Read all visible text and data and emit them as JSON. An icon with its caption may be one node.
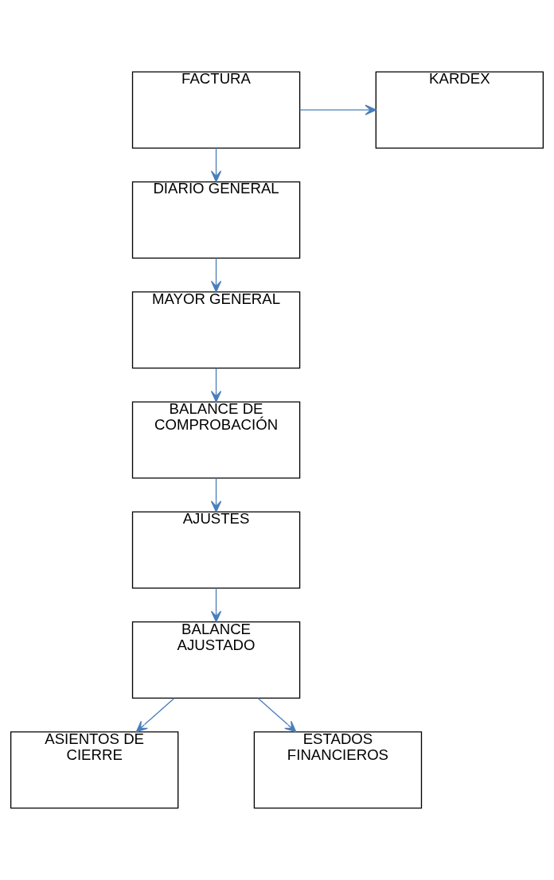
{
  "diagram": {
    "nodes": [
      {
        "text": [
          "FACTURA"
        ]
      },
      {
        "text": [
          "KARDEX"
        ]
      },
      {
        "text": [
          "DIARIO GENERAL"
        ]
      },
      {
        "text": [
          "MAYOR GENERAL"
        ]
      },
      {
        "text": [
          "BALANCE DE COMPROBACIÓN"
        ]
      },
      {
        "text": [
          "AJUSTES"
        ]
      },
      {
        "text": [
          "BALANCE AJUSTADO"
        ]
      },
      {
        "text": [
          "ASIENTOS DE CIERRE"
        ]
      },
      {
        "text": [
          "ESTADOS FINANCIEROS"
        ]
      }
    ],
    "edges": [
      {
        "from": 0,
        "to": 1,
        "arrow": "to"
      },
      {
        "from": 0,
        "to": 2,
        "arrow": "to"
      },
      {
        "from": 2,
        "to": 3,
        "arrow": "to"
      },
      {
        "from": 3,
        "to": 4,
        "arrow": "to"
      },
      {
        "from": 4,
        "to": 5,
        "arrow": "to"
      },
      {
        "from": 5,
        "to": 6,
        "arrow": "to"
      },
      {
        "from": 6,
        "to": 8,
        "arrow": "to"
      },
      {
        "from": 6,
        "to": 7,
        "arrow": "to"
      }
    ]
  }
}
